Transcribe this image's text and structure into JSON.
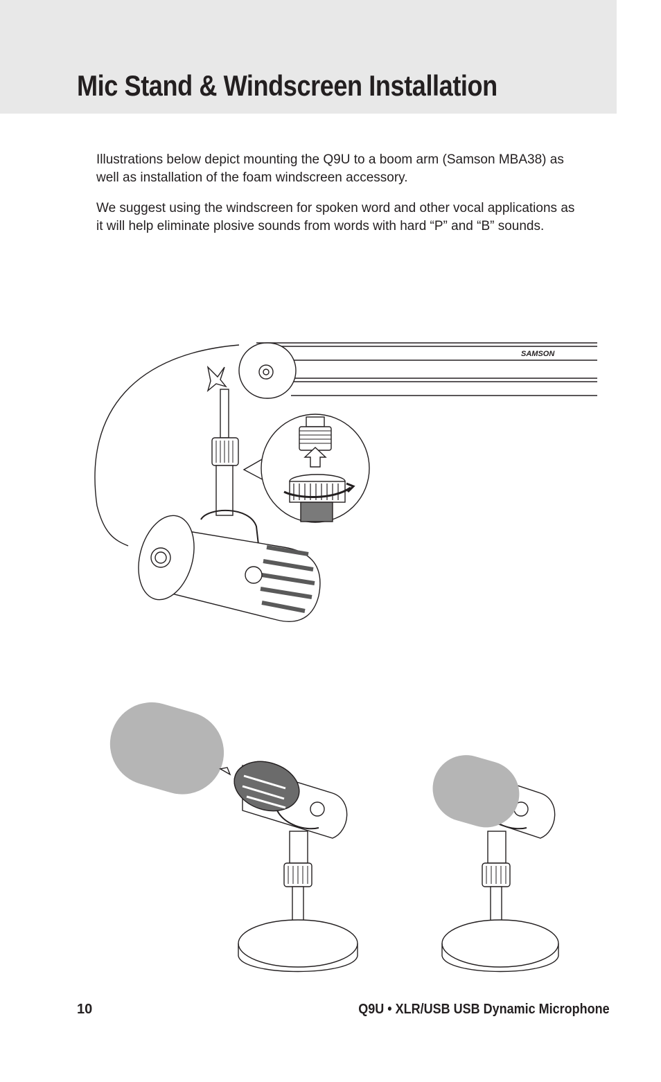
{
  "header": {
    "title": "Mic Stand & Windscreen Installation"
  },
  "body": {
    "paragraph_1": "Illustrations below depict mounting the Q9U to a boom arm (Samson MBA38) as well as installation of the foam windscreen accessory.",
    "paragraph_2": "We suggest using the windscreen for spoken word and other vocal applications as it will help eliminate plosive sounds from words with hard “P” and “B” sounds."
  },
  "illustration_boom": {
    "brand_label": "SAMSON"
  },
  "footer": {
    "page_number": "10",
    "product": "Q9U • XLR/USB USB Dynamic Microphone"
  }
}
